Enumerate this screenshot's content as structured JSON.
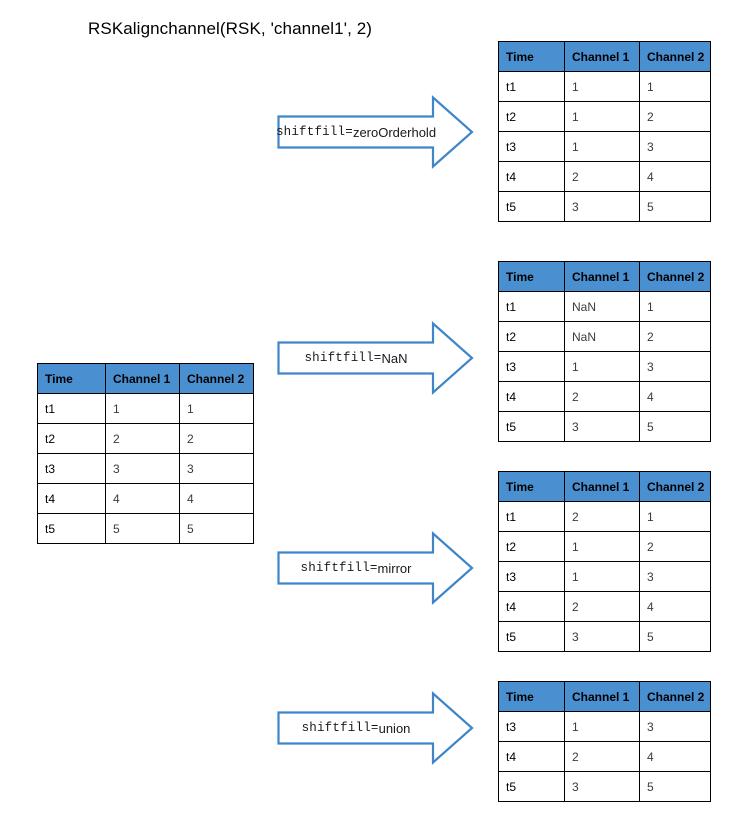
{
  "title": "RSKalignchannel(RSK, 'channel1', 2)",
  "colors": {
    "header_blue": "#4a90d1",
    "arrow_blue": "#3e86c8",
    "border_black": "#000000",
    "value_gray": "#3b3b3b"
  },
  "columns": [
    "Time",
    "Channel 1",
    "Channel 2"
  ],
  "input_table": {
    "name": "input-table",
    "headers": [
      "Time",
      "Channel 1",
      "Channel 2"
    ],
    "rows": [
      [
        "t1",
        "1",
        "1"
      ],
      [
        "t2",
        "2",
        "2"
      ],
      [
        "t3",
        "3",
        "3"
      ],
      [
        "t4",
        "4",
        "4"
      ],
      [
        "t5",
        "5",
        "5"
      ]
    ]
  },
  "arrows": [
    {
      "id": "zeroOrderhold",
      "label_prefix": "shiftfill=",
      "label_value": "zeroOrderhold",
      "label_full": "shiftfill=zeroOrderhold"
    },
    {
      "id": "NaN",
      "label_prefix": "shiftfill=",
      "label_value": "NaN",
      "label_full": "shiftfill=NaN"
    },
    {
      "id": "mirror",
      "label_prefix": "shiftfill=",
      "label_value": "mirror",
      "label_full": "shiftfill=mirror"
    },
    {
      "id": "union",
      "label_prefix": "shiftfill=",
      "label_value": "union",
      "label_full": "shiftfill=union"
    }
  ],
  "output_tables": [
    {
      "id": "zeroOrderhold",
      "headers": [
        "Time",
        "Channel 1",
        "Channel 2"
      ],
      "rows": [
        [
          "t1",
          "1",
          "1"
        ],
        [
          "t2",
          "1",
          "2"
        ],
        [
          "t3",
          "1",
          "3"
        ],
        [
          "t4",
          "2",
          "4"
        ],
        [
          "t5",
          "3",
          "5"
        ]
      ]
    },
    {
      "id": "NaN",
      "headers": [
        "Time",
        "Channel 1",
        "Channel 2"
      ],
      "rows": [
        [
          "t1",
          "NaN",
          "1"
        ],
        [
          "t2",
          "NaN",
          "2"
        ],
        [
          "t3",
          "1",
          "3"
        ],
        [
          "t4",
          "2",
          "4"
        ],
        [
          "t5",
          "3",
          "5"
        ]
      ]
    },
    {
      "id": "mirror",
      "headers": [
        "Time",
        "Channel 1",
        "Channel 2"
      ],
      "rows": [
        [
          "t1",
          "2",
          "1"
        ],
        [
          "t2",
          "1",
          "2"
        ],
        [
          "t3",
          "1",
          "3"
        ],
        [
          "t4",
          "2",
          "4"
        ],
        [
          "t5",
          "3",
          "5"
        ]
      ]
    },
    {
      "id": "union",
      "headers": [
        "Time",
        "Channel 1",
        "Channel 2"
      ],
      "rows": [
        [
          "t3",
          "1",
          "3"
        ],
        [
          "t4",
          "2",
          "4"
        ],
        [
          "t5",
          "3",
          "5"
        ]
      ]
    }
  ]
}
